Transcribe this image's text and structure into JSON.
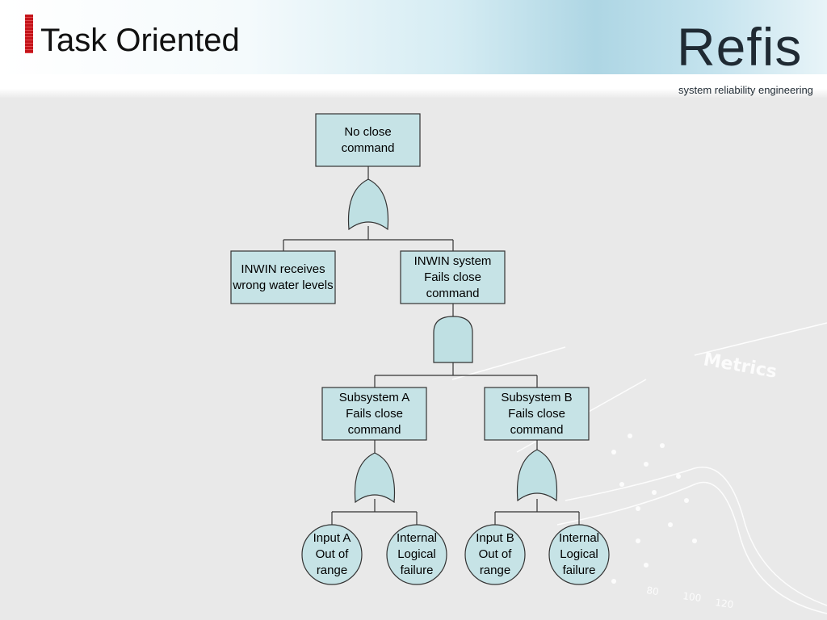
{
  "title": "Task Oriented",
  "logo": {
    "word": "Refis",
    "tagline": "system reliability engineering"
  },
  "colors": {
    "box_fill": "#c6e3e6",
    "gate_fill": "#bfe0e3",
    "stroke": "#333333",
    "title_marker": "#c4141a"
  },
  "nodes": {
    "top": "No close command",
    "inwin_receives": "INWIN receives wrong water levels",
    "inwin_system": "INWIN system Fails close command",
    "subsystem_a": "Subsystem A Fails close command",
    "subsystem_b": "Subsystem B Fails close command",
    "input_a": "Input A Out of range",
    "internal_a": "Internal Logical failure",
    "input_b": "Input B Out of range",
    "internal_b": "Internal Logical failure"
  }
}
